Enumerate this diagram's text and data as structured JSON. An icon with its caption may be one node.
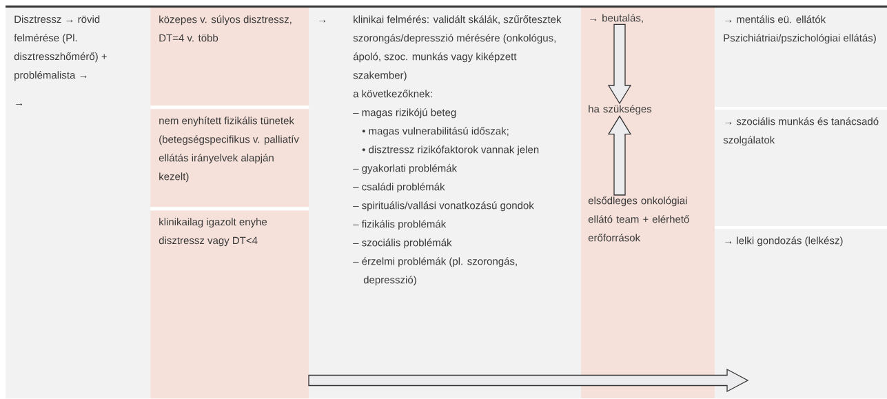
{
  "diagram": {
    "nodes": [
      {
        "text": [
          "Disztressz → rövid felmérése (Pl. disztresszhőmérő) + problémalista →",
          "→"
        ]
      },
      {
        "text": [
          "közepes v. súlyos disztressz, DT=4 v. több"
        ]
      },
      {
        "text": [
          "nem enyhített fizikális tünetek (betegségspecifikus v. palliatív ellátás irányelvek alapján kezelt)"
        ]
      },
      {
        "text": [
          "klinikailag igazolt enyhe disztressz vagy DT<4"
        ]
      },
      {
        "text": [
          "→",
          "klinikai felmérés: validált skálák, szűrőtesztek szorongás/depresszió mérésére (onkológus, ápoló, szoc. munkás vagy kiképzett szakember)",
          "a következőknek:",
          "– magas rizikójú beteg",
          "• magas vulnerabilitású időszak;",
          "• disztressz rizikófaktorok vannak jelen",
          "– gyakorlati problémák",
          "– családi problémák",
          "– spirituális/vallási vonatkozású gondok",
          "– fizikális problémák",
          "– szociális problémák",
          "– érzelmi problémák (pl. szorongás, depresszió)"
        ]
      },
      {
        "text": [
          "→ beutalás,"
        ]
      },
      {
        "text": [
          "ha szükséges"
        ]
      },
      {
        "text": [
          "elsődleges onkológiai ellátó team + elérhető erőforrások"
        ]
      },
      {
        "text": [
          "→ mentális eü. ellátók Pszichiátriai/pszichológiai ellátás)"
        ]
      },
      {
        "text": [
          "→ szociális munkás és tanácsadó szolgálatok"
        ]
      },
      {
        "text": [
          "→ lelki gondozás (lelkész)"
        ]
      }
    ],
    "edges": [
      {
        "from": 5,
        "to": 6,
        "arrow": "to"
      },
      {
        "from": 7,
        "to": 6,
        "arrow": "to"
      },
      {
        "from": 4,
        "to": null,
        "arrow": "to"
      }
    ]
  }
}
